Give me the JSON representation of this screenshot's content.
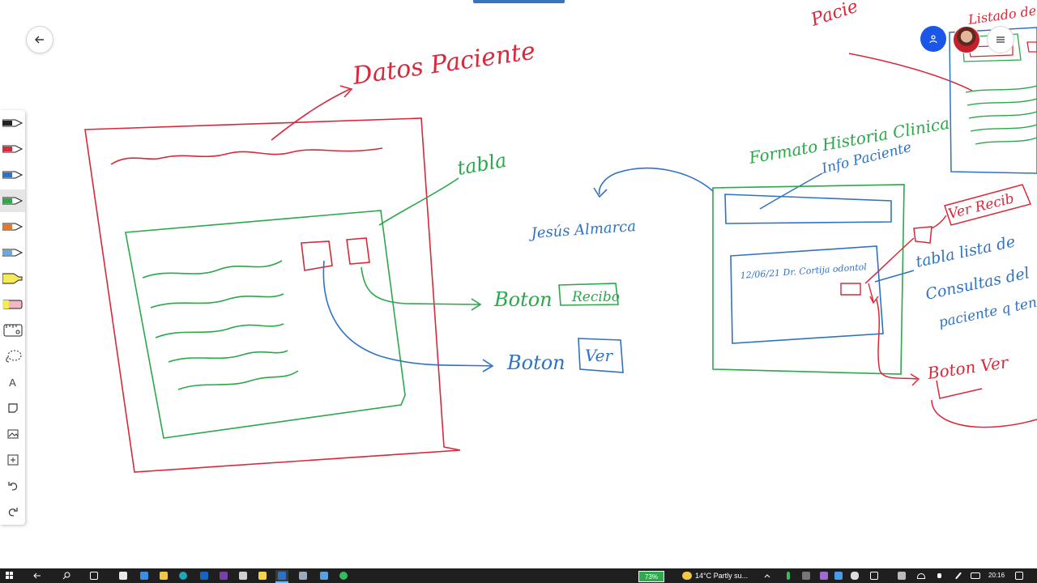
{
  "annotations": {
    "datos_paciente": "Datos Paciente",
    "tabla": "tabla",
    "boton_recibo_label": "Boton",
    "boton_recibo_box": "Recibo",
    "boton_ver_label": "Boton",
    "boton_ver_box": "Ver",
    "patient_name": "Jesús Almarca",
    "formato_historia": "Formato Historia Clinica",
    "info_paciente": "Info Paciente",
    "row_text": "12/06/21  Dr. Cortija  odontol",
    "ver_recibo": "Ver Recib",
    "tabla_lista_1": "tabla lista de",
    "tabla_lista_2": "Consultas del",
    "tabla_lista_3": "paciente q tenga",
    "boton_ver_right": "Boton Ver",
    "top_partial_1": "Pacie",
    "top_partial_2": "Listado de"
  },
  "icons": {
    "back": "arrow-left-icon",
    "share": "person-icon",
    "menu": "hamburger-icon"
  },
  "toolbar": {
    "tools": [
      "black-pen",
      "red-pen",
      "blue-pen",
      "green-pen",
      "orange-pen",
      "light-blue-pen",
      "yellow-highlighter",
      "eraser",
      "ruler",
      "lasso",
      "text",
      "shapes",
      "image",
      "add-page",
      "undo",
      "redo"
    ],
    "text_tool_label": "A",
    "active_tool": "green-pen"
  },
  "taskbar": {
    "battery": "73%",
    "weather": "14°C  Partly su...",
    "time": "20:16"
  },
  "colors": {
    "red": "#d8283a",
    "green": "#2aa84a",
    "blue": "#2f72c4",
    "share_button": "#1a56e8",
    "taskbar": "#1f1f1f"
  }
}
